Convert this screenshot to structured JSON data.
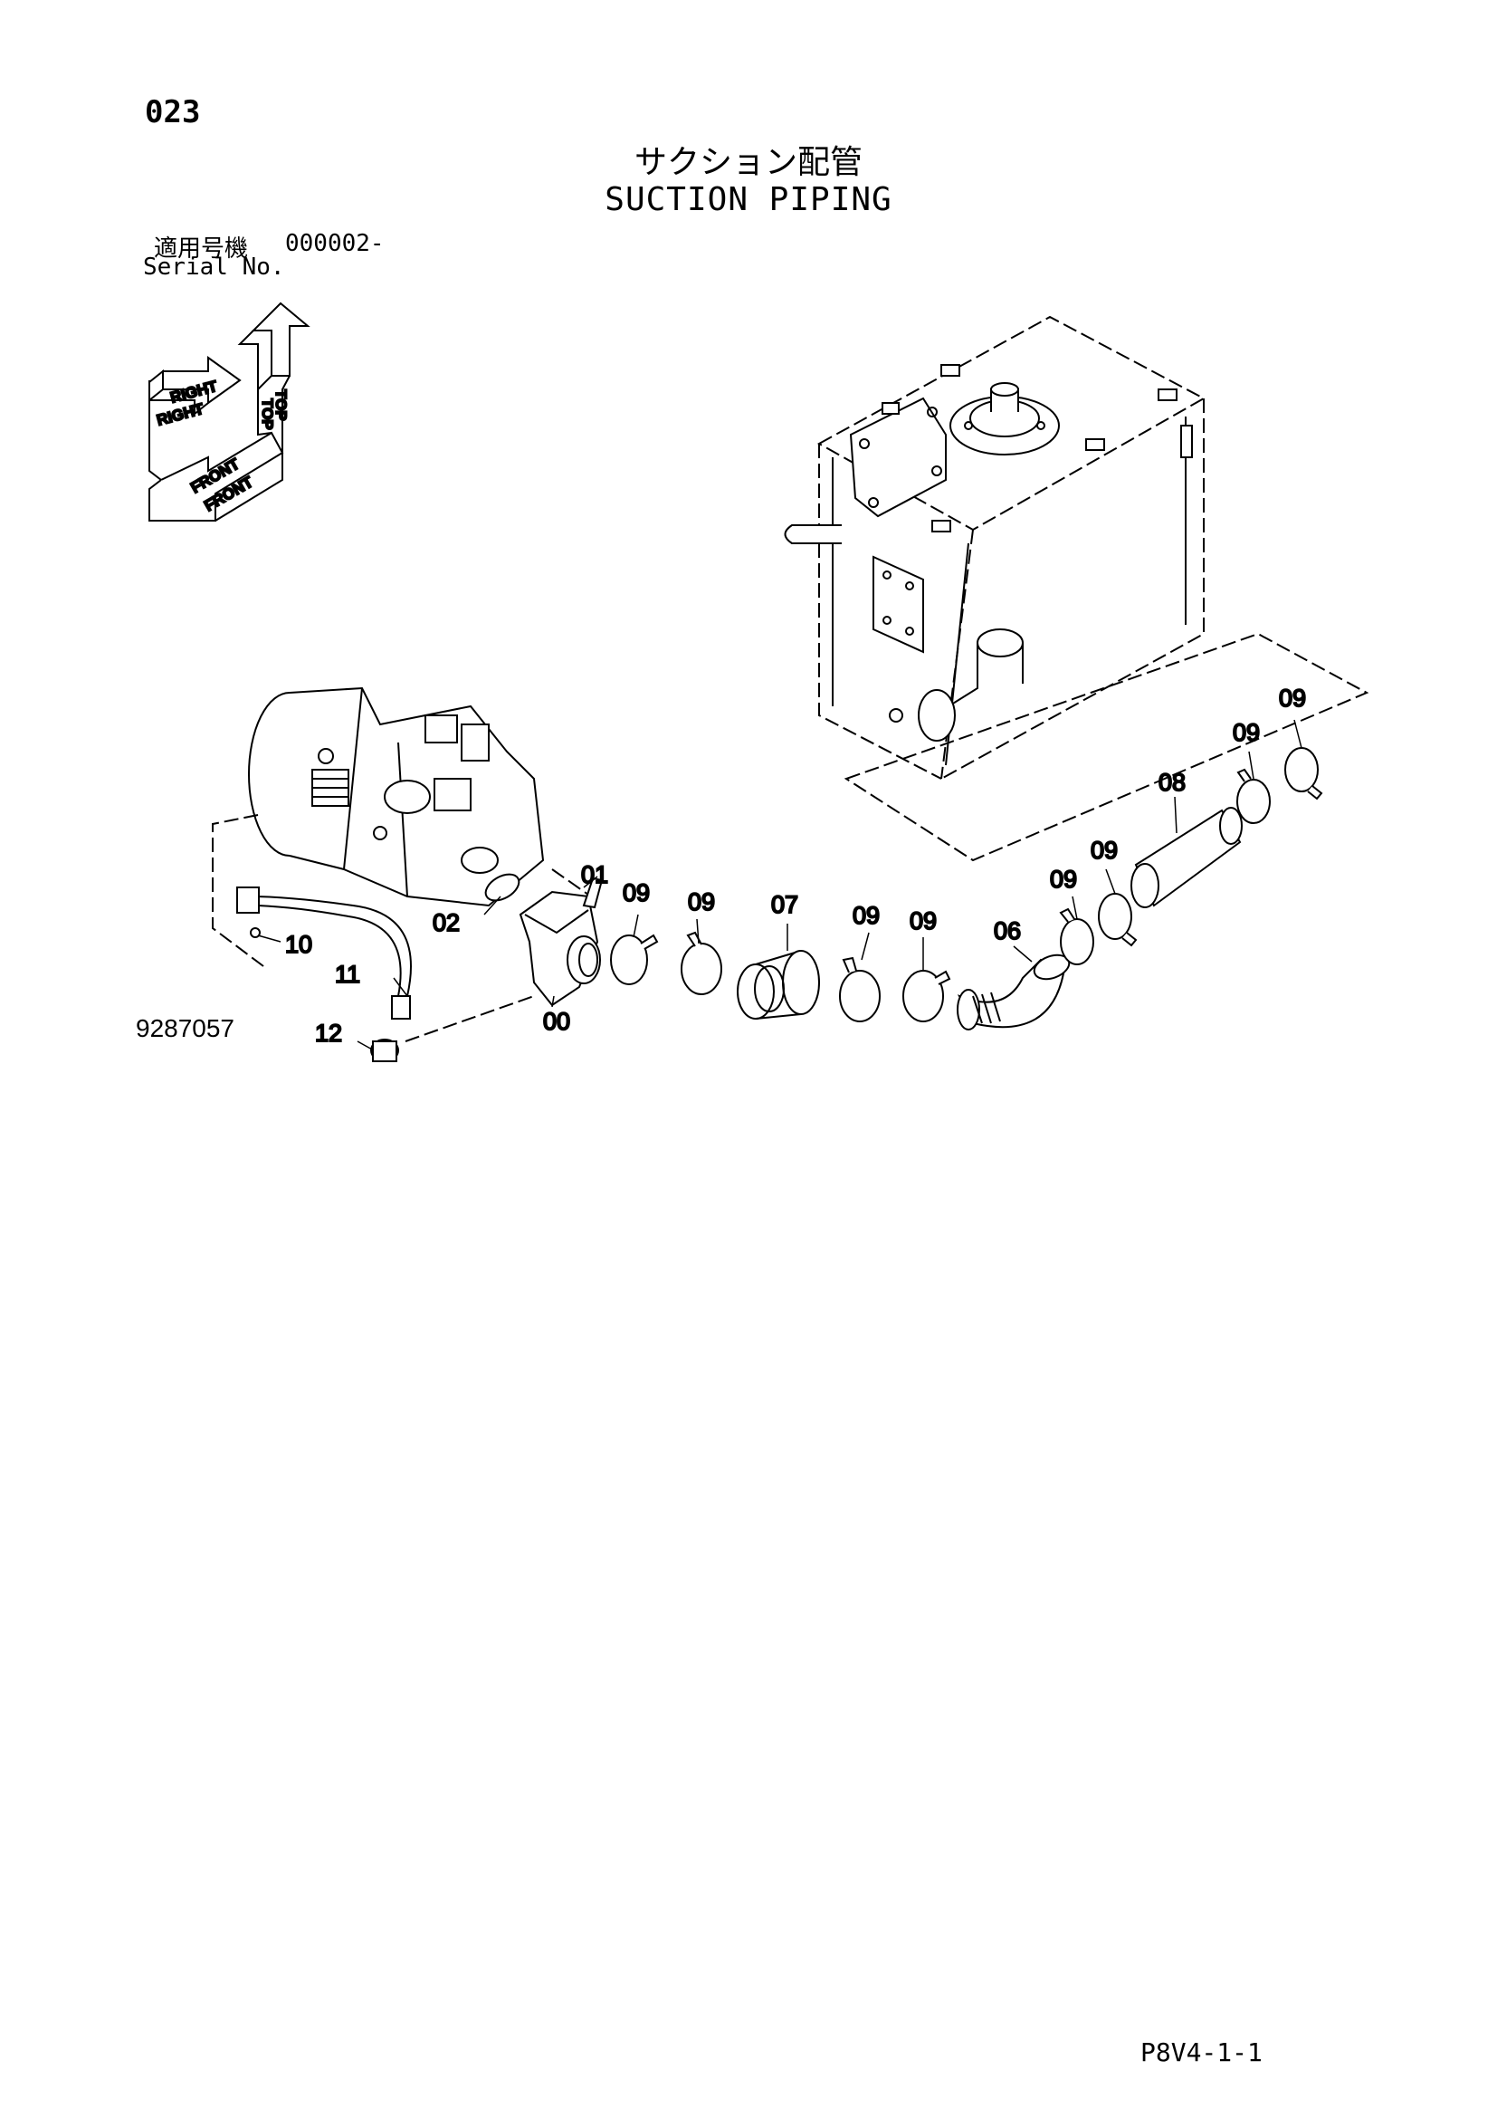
{
  "header": {
    "page_number": "023",
    "title_jp": "サクション配管",
    "title_en": "SUCTION PIPING"
  },
  "serial": {
    "label_jp": "適用号機",
    "number": "000002-",
    "label_en": "Serial No."
  },
  "orientation": {
    "top_a": "TOP",
    "top_b": "TOP",
    "right_a": "RIGHT",
    "right_b": "RIGHT",
    "front_a": "FRONT",
    "front_b": "FRONT"
  },
  "callouts": {
    "c00": "00",
    "c01": "01",
    "c02": "02",
    "c06": "06",
    "c07": "07",
    "c08": "08",
    "c09": "09",
    "c10": "10",
    "c11": "11",
    "c12": "12"
  },
  "footer": {
    "figure_id": "9287057",
    "page_ref": "P8V4-1-1"
  }
}
